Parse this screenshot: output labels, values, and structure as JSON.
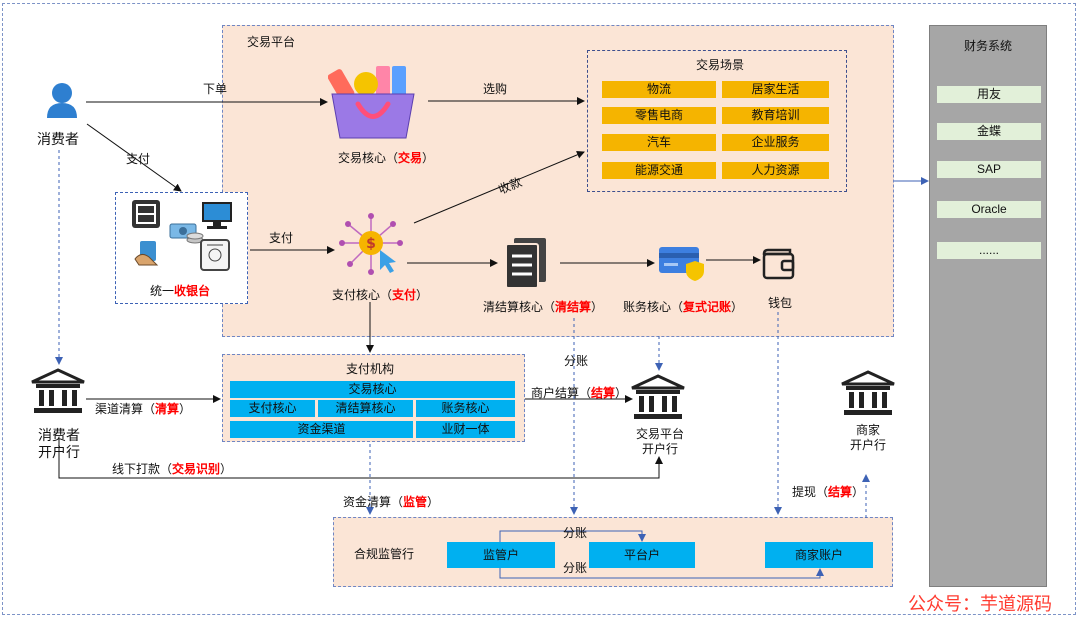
{
  "platform": {
    "title": "交易平台"
  },
  "scene": {
    "title": "交易场景",
    "tags": [
      "物流",
      "居家生活",
      "零售电商",
      "教育培训",
      "汽车",
      "企业服务",
      "能源交通",
      "人力资源"
    ]
  },
  "consumer": {
    "label": "消费者"
  },
  "edges": {
    "order": "下单",
    "pay1": "支付",
    "pay2": "支付",
    "shop": "选购",
    "collect": "收款",
    "split1": "分账",
    "split2": "分账",
    "split3": "分账",
    "channel_clear_pre": "渠道清算（",
    "channel_clear_red": "清算",
    "channel_clear_post": "）",
    "merchant_settle_pre": "商户结算（",
    "merchant_settle_red": "结算",
    "merchant_settle_post": "）",
    "offline_pre": "线下打款（",
    "offline_red": "交易识别",
    "offline_post": "）",
    "fund_clear_pre": "资金清算（",
    "fund_clear_red": "监管",
    "fund_clear_post": "）",
    "withdraw_pre": "提现（",
    "withdraw_red": "结算",
    "withdraw_post": "）"
  },
  "nodes": {
    "trade_core_pre": "交易核心（",
    "trade_core_red": "交易",
    "trade_core_post": "）",
    "pay_core_pre": "支付核心（",
    "pay_core_red": "支付",
    "pay_core_post": "）",
    "clearing_core_pre": "清结算核心（",
    "clearing_core_red": "清结算",
    "clearing_core_post": "）",
    "account_core_pre": "账务核心（",
    "account_core_red": "复式记账",
    "account_core_post": "）",
    "wallet": "钱包",
    "cashier_pre": "统一",
    "cashier_red": "收银台"
  },
  "pay_org": {
    "title": "支付机构",
    "trade_core": "交易核心",
    "pay_core": "支付核心",
    "clearing_core": "清结算核心",
    "account_core": "账务核心",
    "fund_channel": "资金渠道",
    "biz_fin": "业财一体"
  },
  "banks": {
    "consumer_bank_line1": "消费者",
    "consumer_bank_line2": "开户行",
    "platform_bank_line1": "交易平台",
    "platform_bank_line2": "开户行",
    "merchant_bank_line1": "商家",
    "merchant_bank_line2": "开户行"
  },
  "regulator": {
    "title": "合规监管行",
    "supervise": "监管户",
    "platform_acct": "平台户",
    "merchant_acct": "商家账户"
  },
  "finance": {
    "title": "财务系统",
    "items": [
      "用友",
      "金蝶",
      "SAP",
      "Oracle",
      "......"
    ]
  },
  "watermark": "公众号：芋道源码",
  "colors": {
    "accent_red": "#ff0000",
    "tag_yellow": "#f5b400",
    "core_blue": "#00b0f0",
    "peach": "#fbe5d6",
    "finance_gray": "#a6a6a6"
  }
}
